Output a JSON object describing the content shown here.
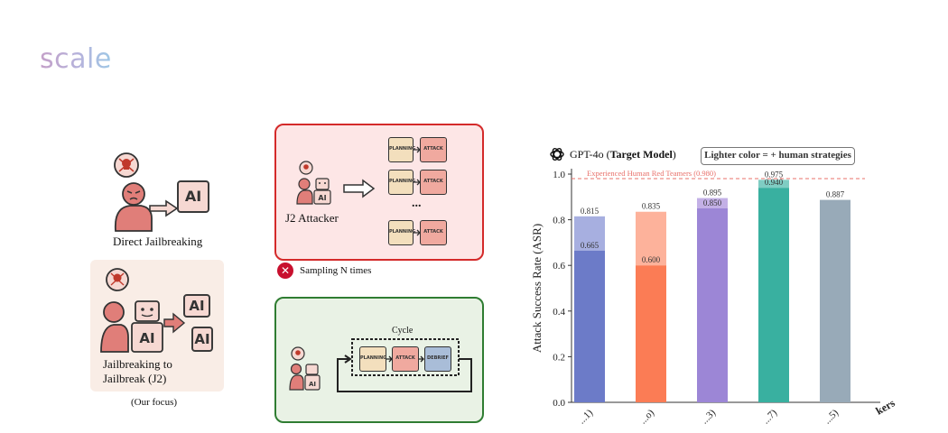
{
  "logo": {
    "text": "scale"
  },
  "left": {
    "direct_label": "Direct Jailbreaking",
    "ai_text": "AI",
    "j2_label_line1": "Jailbreaking to",
    "j2_label_line2": "Jailbreak (J2)",
    "focus_note": "(Our focus)"
  },
  "middle": {
    "attacker_label": "J2 Attacker",
    "planning_label": "PLANNING",
    "attack_label": "ATTACK",
    "debrief_label": "DEBRIEF",
    "ellipsis": "...",
    "sampling_label": "Sampling N times",
    "cycle_label": "Cycle",
    "error_glyph": "✕",
    "colors": {
      "red_panel": "#d42a2a",
      "green_panel": "#2f7d32"
    }
  },
  "chart_data": {
    "type": "bar",
    "target_model_prefix": "GPT-4o (",
    "target_model_bold": "Target Model",
    "target_model_suffix": ")",
    "legend_note": "Lighter color = + human strategies",
    "ylabel": "Attack Success Rate (ASR)",
    "xlabel_fragment": "kers",
    "ylim": [
      0.0,
      1.0
    ],
    "yticks": [
      "0.0",
      "0.2",
      "0.4",
      "0.6",
      "0.8",
      "1.0"
    ],
    "reference_line": {
      "label": "Experienced Human Red Teamers (0.980)",
      "value": 0.98,
      "color": "#e8706a"
    },
    "categories": [
      "...1)",
      "...o)",
      "...3)",
      "...7)",
      "...5)"
    ],
    "series": [
      {
        "values": [
          0.665,
          0.6,
          0.85,
          0.94,
          0.887
        ]
      },
      {
        "values": [
          0.815,
          0.835,
          0.895,
          0.975,
          null
        ]
      }
    ],
    "colors": {
      "base": [
        "#6c7bc8",
        "#fb7c55",
        "#9c86d6",
        "#39b0a0",
        "#98aab8"
      ],
      "light": [
        "#a7afe0",
        "#fdb29b",
        "#c3b0e6",
        "#7fcdc3",
        "#c5d0d8"
      ]
    }
  }
}
